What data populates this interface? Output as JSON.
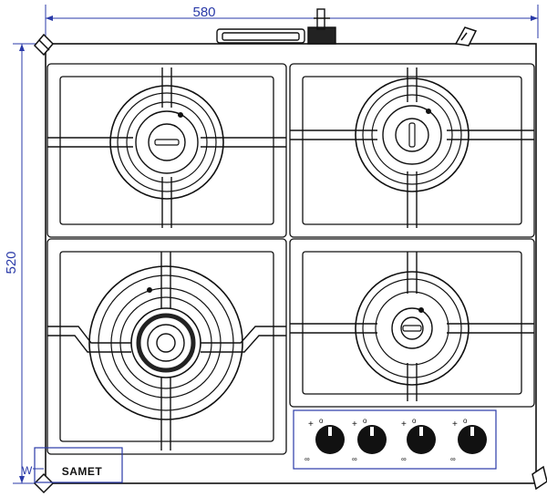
{
  "dimensions": {
    "width_label": "580",
    "height_label": "520",
    "line_color": "#2a3aa8"
  },
  "brand": {
    "label": "SAMET"
  },
  "corner_label": "W",
  "burners": [
    {
      "position": "top-left",
      "type": "standard"
    },
    {
      "position": "top-right",
      "type": "standard"
    },
    {
      "position": "bottom-left",
      "type": "wok"
    },
    {
      "position": "bottom-right",
      "type": "small"
    }
  ],
  "knobs": [
    {
      "index": 1,
      "symbols": [
        "+",
        "o"
      ]
    },
    {
      "index": 2,
      "symbols": [
        "+",
        "o"
      ]
    },
    {
      "index": 3,
      "symbols": [
        "+",
        "o"
      ]
    },
    {
      "index": 4,
      "symbols": [
        "+",
        "o"
      ]
    }
  ],
  "colors": {
    "stroke": "#111111",
    "dimension": "#2a3aa8"
  }
}
